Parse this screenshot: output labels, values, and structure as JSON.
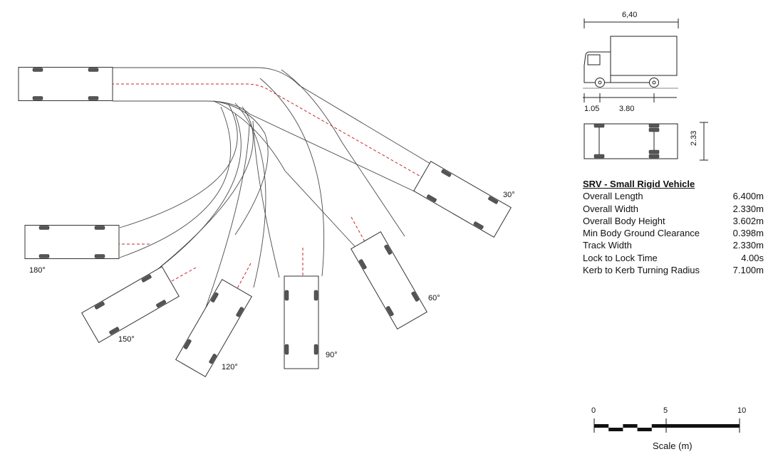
{
  "vehicle": {
    "name": "SRV - Small Rigid Vehicle",
    "specs": [
      {
        "label": "Overall Length",
        "value": "6.400m"
      },
      {
        "label": "Overall Width",
        "value": "2.330m"
      },
      {
        "label": "Overall Body Height",
        "value": "3.602m"
      },
      {
        "label": "Min Body Ground Clearance",
        "value": "0.398m"
      },
      {
        "label": "Track Width",
        "value": "2.330m"
      },
      {
        "label": "Lock to Lock Time",
        "value": "4.00s"
      },
      {
        "label": "Kerb to Kerb Turning Radius",
        "value": "7.100m"
      }
    ]
  },
  "dimensions": {
    "length_top": "6,40",
    "front_overhang": "1.05",
    "wheelbase": "3.80",
    "width_side": "2.33"
  },
  "turn_angles": [
    {
      "id": "30",
      "label": "30°"
    },
    {
      "id": "60",
      "label": "60°"
    },
    {
      "id": "90",
      "label": "90°"
    },
    {
      "id": "120",
      "label": "120°"
    },
    {
      "id": "150",
      "label": "150°"
    },
    {
      "id": "180",
      "label": "180°"
    }
  ],
  "scale": {
    "ticks": [
      "0",
      "5",
      "10"
    ],
    "caption": "Scale (m)"
  },
  "colors": {
    "line": "#4a4a4a",
    "path": "#c62828",
    "wheel": "#555555"
  }
}
